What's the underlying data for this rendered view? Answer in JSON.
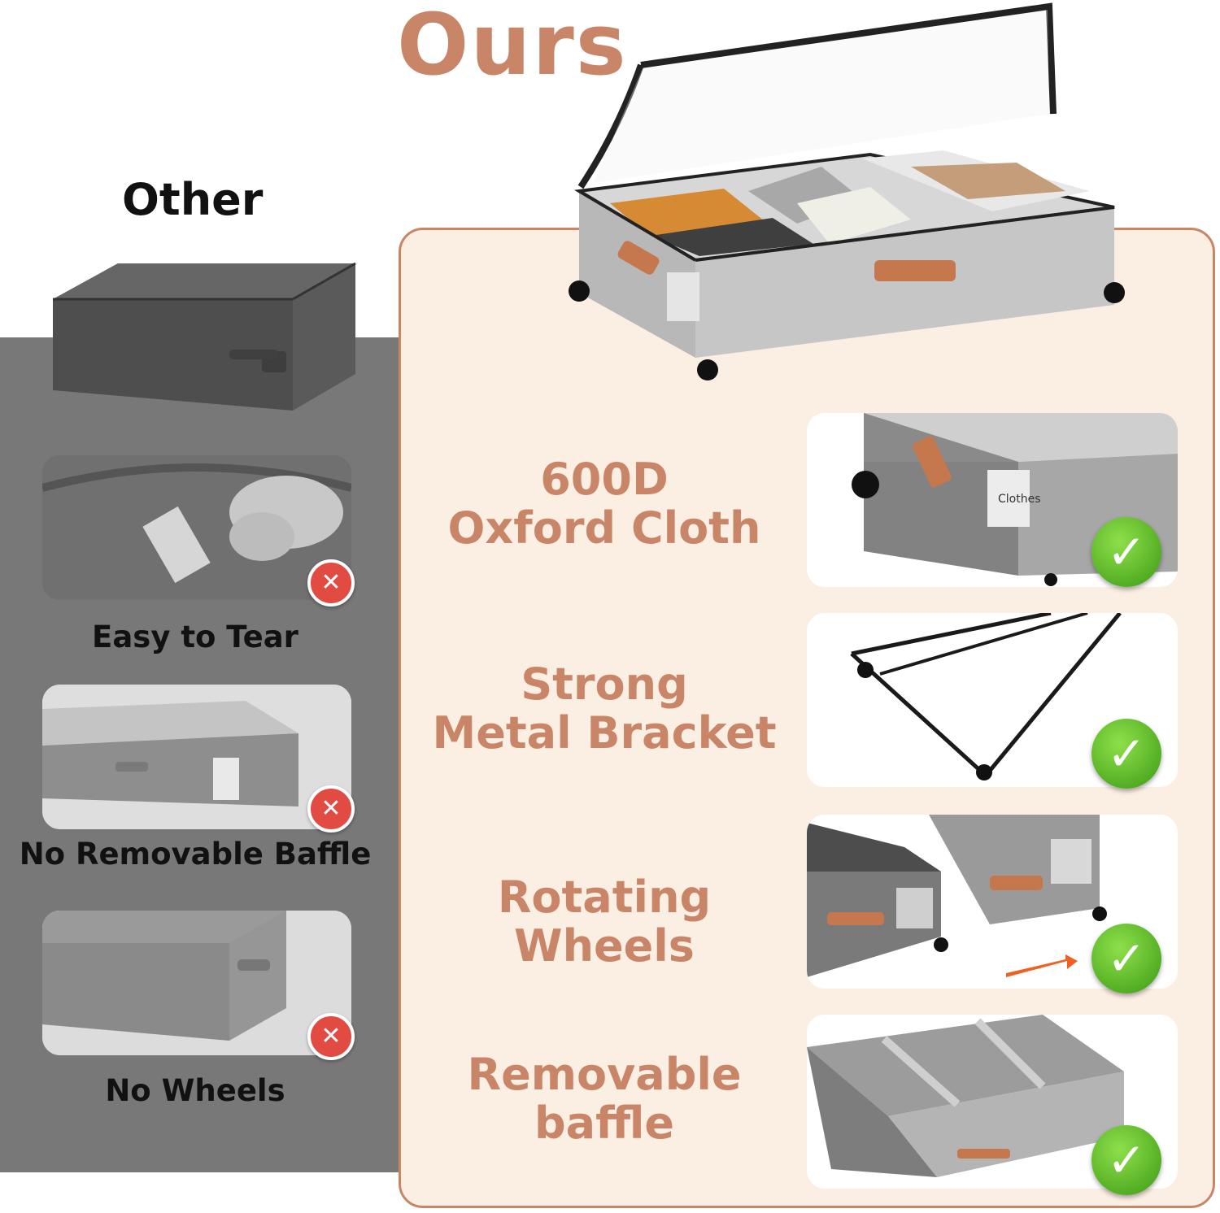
{
  "headings": {
    "ours": "Ours",
    "other": "Other"
  },
  "other_features": [
    {
      "label": "Easy to Tear"
    },
    {
      "label": "No Removable Baffle"
    },
    {
      "label": "No Wheels"
    }
  ],
  "ours_features": [
    {
      "line1": "600D",
      "line2": "Oxford Cloth"
    },
    {
      "line1": "Strong",
      "line2": "Metal Bracket"
    },
    {
      "line1": "Rotating",
      "line2": "Wheels"
    },
    {
      "line1": "Removable",
      "line2": "baffle"
    }
  ],
  "box_tag": "Clothes",
  "badges": {
    "bad": "✕",
    "good": "✓"
  },
  "colors": {
    "accent": "#c98568",
    "panel_bg": "#fbeee3",
    "left_bg": "#787878",
    "good": "#4caf1a",
    "bad": "#e24b42"
  }
}
